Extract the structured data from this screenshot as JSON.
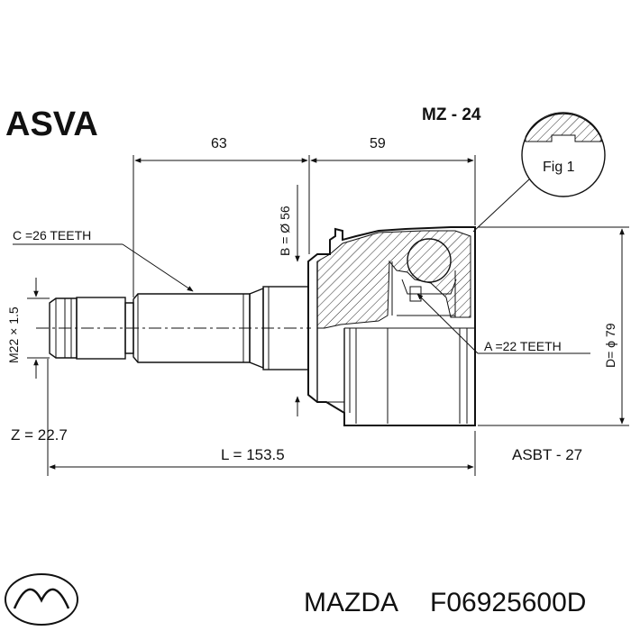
{
  "brand": "ASVA",
  "part_code": "MZ - 24",
  "fig_label": "Fig 1",
  "dim_63": "63",
  "dim_59": "59",
  "spline_outer": "C =26 TEETH",
  "spline_inner": "A =22 TEETH",
  "diameter_b": "B = Ø 56",
  "diameter_d": "D= ϕ 79",
  "thread": "M22 × 1.5",
  "z_value": "Z = 22.7",
  "length": "L = 153.5",
  "ring": "ASBT - 27",
  "oem_brand": "MAZDA",
  "oem_number": "F06925600D",
  "logo": "mazda-logo-icon"
}
